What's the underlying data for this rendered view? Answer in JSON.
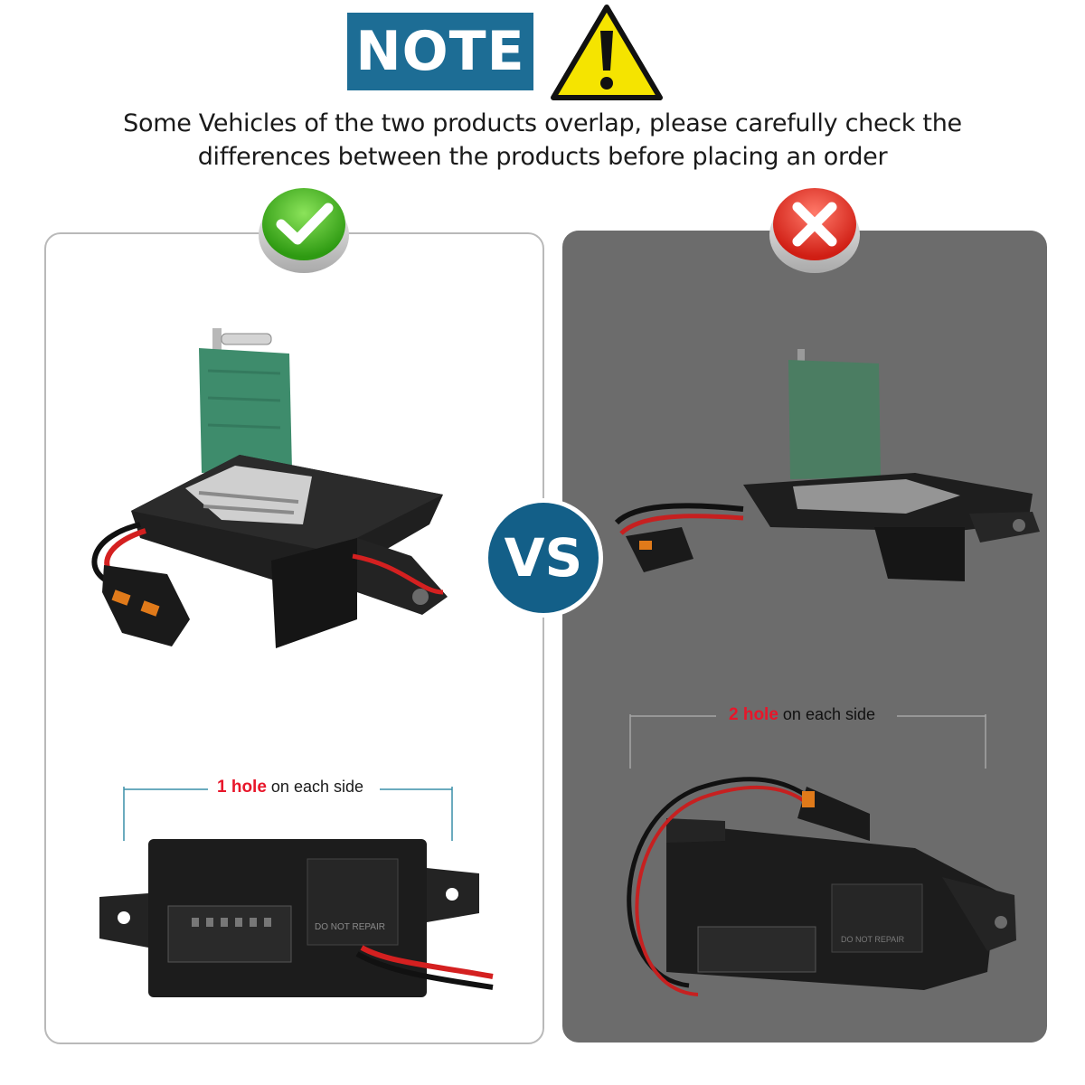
{
  "header": {
    "note_label": "NOTE",
    "notice_line1": "Some Vehicles of the two products overlap, please carefully check the",
    "notice_line2": "differences between the products before placing an order"
  },
  "icons": {
    "warning": "warning-triangle-icon",
    "correct": "green-check-icon",
    "wrong": "red-cross-icon"
  },
  "vs_label": "VS",
  "left_panel": {
    "status": "correct",
    "hole_count": "1 hole",
    "hole_suffix": "on each side",
    "connector_text": "DO NOT REPAIR"
  },
  "right_panel": {
    "status": "wrong",
    "hole_count": "2 hole",
    "hole_suffix": "on each side",
    "connector_text": "DO NOT REPAIR"
  },
  "colors": {
    "note_blue": "#1d6d95",
    "vs_blue": "#135f88",
    "warning_yellow": "#f5e400",
    "check_green": "#3fae1d",
    "cross_red": "#e2261e",
    "hole_count_red": "#e8162a",
    "right_panel_gray": "#6c6c6c",
    "bracket_teal": "#3a8fa8"
  }
}
